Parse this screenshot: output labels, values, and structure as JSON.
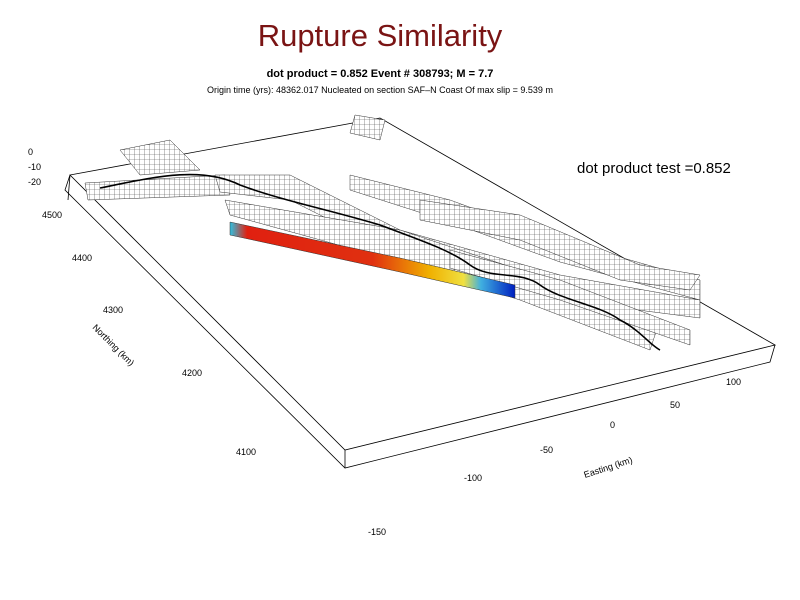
{
  "title": "Rupture Similarity",
  "subtitle": "dot product =  0.852    Event # 308793;  M = 7.7",
  "info": "Origin time (yrs): 48362.017   Nucleated on section SAF–N  Coast  Of    max slip = 9.539 m",
  "note": "dot product test =0.852",
  "chart_data": {
    "type": "3d-surface",
    "xlabel": "Easting (km)",
    "ylabel": "Northing (km)",
    "x_ticks": [
      "-150",
      "-100",
      "-50",
      "0",
      "50",
      "100"
    ],
    "y_ticks": [
      "4500",
      "4400",
      "4300",
      "4200",
      "4100"
    ],
    "z_ticks": [
      "0",
      "-10",
      "-20"
    ],
    "colors": {
      "high": "#d01010",
      "mid": "#f0a000",
      "low": "#30c0e0",
      "min": "#0020c0"
    }
  }
}
